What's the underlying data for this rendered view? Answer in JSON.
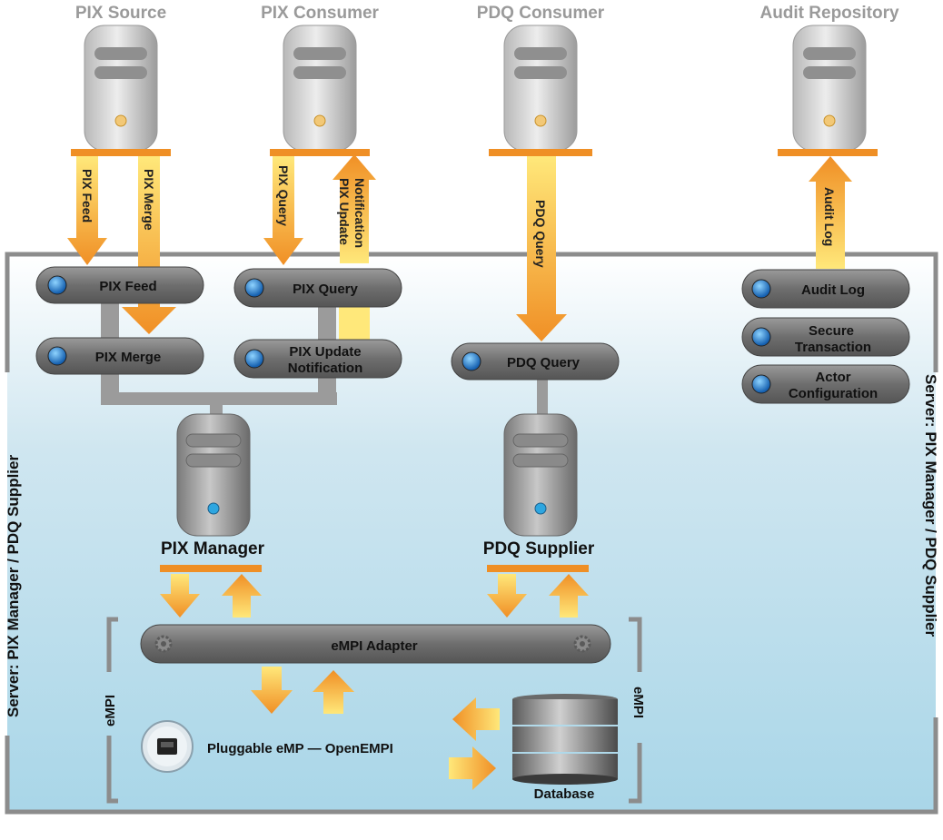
{
  "actors": {
    "pix_source": "PIX Source",
    "pix_consumer": "PIX Consumer",
    "pdq_consumer": "PDQ Consumer",
    "audit_repository": "Audit Repository"
  },
  "arrows": {
    "pix_feed": "PIX Feed",
    "pix_merge": "PIX Merge",
    "pix_query": "PIX Query",
    "pix_update_line1": "PIX Update",
    "pix_update_line2": "Notification",
    "pdq_query": "PDQ Query",
    "audit_log": "Audit Log"
  },
  "modules": {
    "pix_feed": "PIX Feed",
    "pix_merge": "PIX Merge",
    "pix_query": "PIX Query",
    "pix_update_line1": "PIX Update",
    "pix_update_line2": "Notification",
    "pdq_query": "PDQ Query",
    "audit_log": "Audit Log",
    "secure_line1": "Secure",
    "secure_line2": "Transaction",
    "actor_line1": "Actor",
    "actor_line2": "Configuration",
    "empi_adapter": "eMPI Adapter"
  },
  "nodes": {
    "pix_manager": "PIX Manager",
    "pdq_supplier": "PDQ Supplier"
  },
  "server_label": "Server: PIX Manager / PDQ Supplier",
  "empi": {
    "label": "eMPI",
    "pluggable": "Pluggable eMP — OpenEMPI",
    "database": "Database"
  },
  "colors": {
    "arrow": "#f0a030",
    "arrow_light": "#ffe87a",
    "bar": "#ef8f25",
    "frame": "#8c8c8c",
    "pill": "#6e6e6e",
    "bullet": "#1e88d8"
  }
}
